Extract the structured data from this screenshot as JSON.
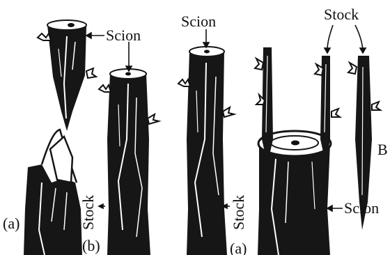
{
  "labels": {
    "scion_top_left": "Scion",
    "scion_top_middle": "Scion",
    "stock_top_right": "Stock",
    "stock_vertical_b": "Stock",
    "stock_vertical_a": "Stock",
    "scion_bottom_right": "Scion",
    "tag_a_left": "(a)",
    "tag_b": "(b)",
    "tag_a_middle": "(a)",
    "tag_B": "B"
  },
  "colors": {
    "ink": "#111111",
    "paper": "#ffffff"
  }
}
